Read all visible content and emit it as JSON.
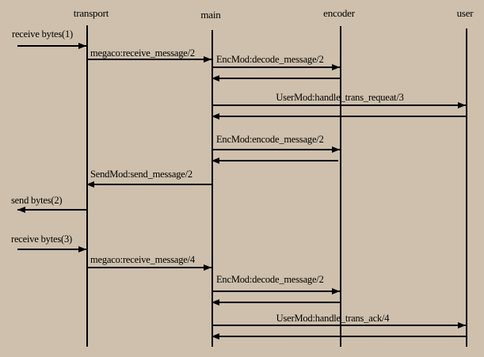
{
  "diagram": {
    "participants": [
      {
        "id": "transport",
        "label": "transport"
      },
      {
        "id": "main",
        "label": "main"
      },
      {
        "id": "encoder",
        "label": "encoder"
      },
      {
        "id": "user",
        "label": "user"
      }
    ],
    "messages": [
      {
        "label": "receive bytes(1)",
        "from": "external",
        "to": "transport",
        "kind": "call"
      },
      {
        "label": "megaco:receive_message/2",
        "from": "transport",
        "to": "main",
        "kind": "call"
      },
      {
        "label": "EncMod:decode_message/2",
        "from": "main",
        "to": "encoder",
        "kind": "call"
      },
      {
        "label": "",
        "from": "encoder",
        "to": "main",
        "kind": "return"
      },
      {
        "label": "UserMod:handle_trans_requeat/3",
        "from": "main",
        "to": "user",
        "kind": "call"
      },
      {
        "label": "",
        "from": "user",
        "to": "main",
        "kind": "return"
      },
      {
        "label": "EncMod:encode_message/2",
        "from": "main",
        "to": "encoder",
        "kind": "call"
      },
      {
        "label": "",
        "from": "encoder",
        "to": "main",
        "kind": "return"
      },
      {
        "label": "SendMod:send_message/2",
        "from": "main",
        "to": "transport",
        "kind": "call"
      },
      {
        "label": "send bytes(2)",
        "from": "transport",
        "to": "external",
        "kind": "call"
      },
      {
        "label": "receive bytes(3)",
        "from": "external",
        "to": "transport",
        "kind": "call"
      },
      {
        "label": "megaco:receive_message/4",
        "from": "transport",
        "to": "main",
        "kind": "call"
      },
      {
        "label": "EncMod:decode_message/2",
        "from": "main",
        "to": "encoder",
        "kind": "call"
      },
      {
        "label": "",
        "from": "encoder",
        "to": "main",
        "kind": "return"
      },
      {
        "label": "UserMod:handle_trans_ack/4",
        "from": "main",
        "to": "user",
        "kind": "call"
      },
      {
        "label": "",
        "from": "user",
        "to": "main",
        "kind": "return"
      }
    ]
  },
  "colors": {
    "background": "#cec0ac",
    "line": "#000000",
    "text": "#000000"
  }
}
